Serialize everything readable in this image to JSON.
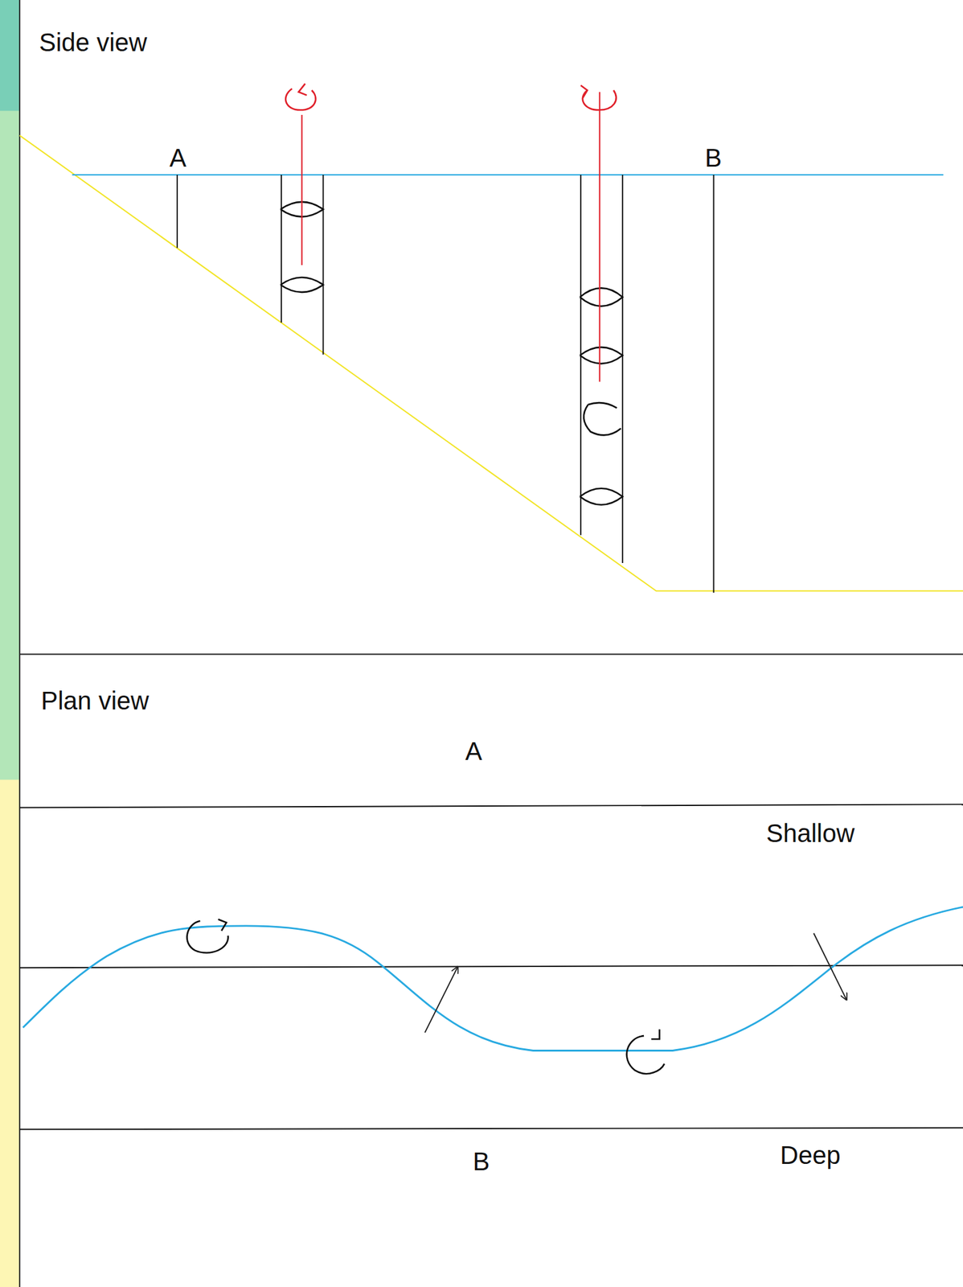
{
  "diagram": {
    "nodes": [
      {
        "text": [
          "Side view"
        ]
      },
      {
        "text": [
          "Plan view"
        ]
      }
    ],
    "labels": [
      "A",
      "B",
      "A",
      "Shallow",
      "B",
      "Deep"
    ]
  }
}
